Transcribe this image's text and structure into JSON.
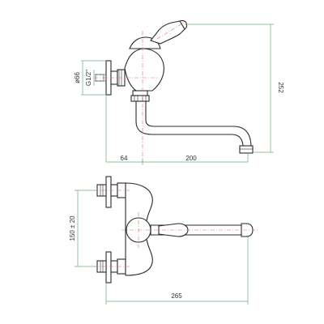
{
  "side_view": {
    "dimensions": {
      "diameter": "ø66",
      "thread": "G1/2\"",
      "height": "252",
      "wall_offset": "64",
      "reach": "200"
    }
  },
  "top_view": {
    "dimensions": {
      "centres": "150 ± 20",
      "length": "265"
    }
  },
  "colors": {
    "dimension_lines": "#6fae7a",
    "axis_lines": "#d07070",
    "outline": "#2a2a2a"
  }
}
